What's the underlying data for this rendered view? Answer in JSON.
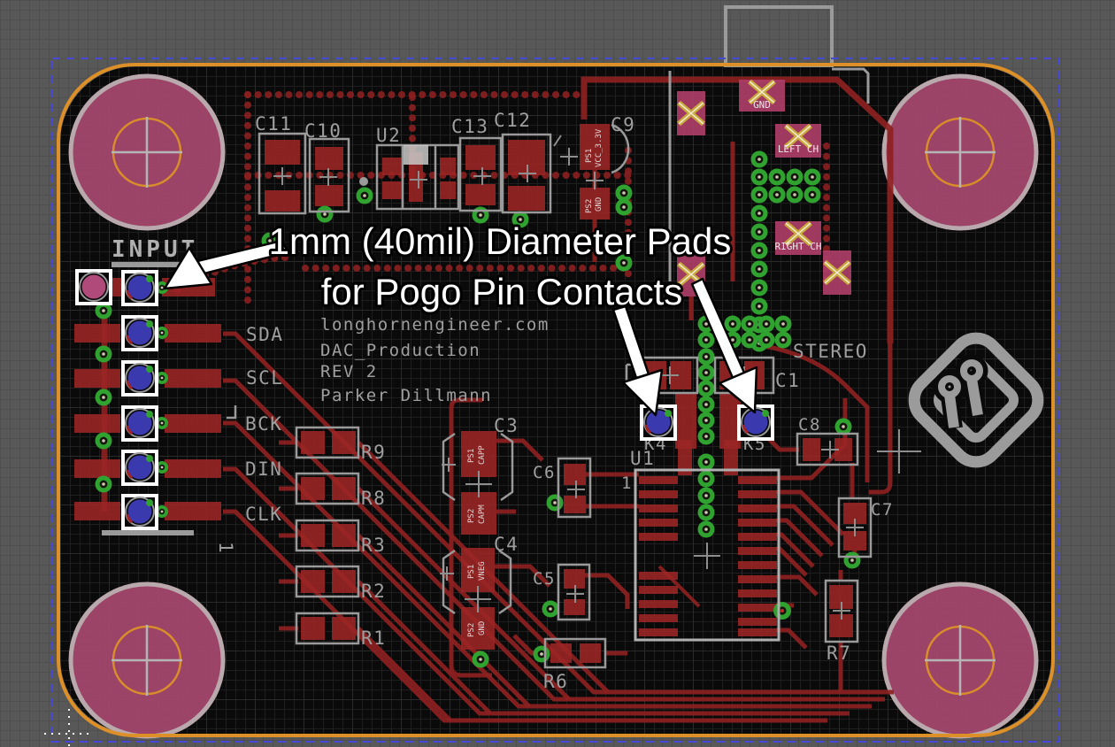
{
  "annotation": {
    "line1": "1mm (40mil) Diameter Pads",
    "line2": "for Pogo Pin Contacts"
  },
  "silkscreen": {
    "input_header": "INPUT",
    "stereo": "STEREO",
    "pin1": "1",
    "signals": {
      "sda": "SDA",
      "scl": "SCL",
      "bck": "BCK",
      "din": "DIN",
      "clk": "CLK"
    },
    "refdes": {
      "c11": "C11",
      "c10": "C10",
      "u2": "U2",
      "c13": "C13",
      "c12": "C12",
      "c9": "C9",
      "c8": "C8",
      "c7": "C7",
      "c6": "C6",
      "c5": "C5",
      "c4": "C4",
      "c3": "C3",
      "c1": "C1",
      "r9": "R9",
      "r8": "R8",
      "r3": "R3",
      "r2": "R2",
      "r1": "R1",
      "r6": "R6",
      "r7": "R7",
      "k4": "K4",
      "k5": "K5",
      "u1": "U1"
    },
    "board_info": [
      "longhornengineer.com",
      "DAC_Production",
      "REV 2",
      "Parker Dillmann"
    ]
  },
  "pad_labels": {
    "ps1": "PS1",
    "ps2": "PS2",
    "vcc": "VCC_3.3V",
    "gnd": "GND",
    "capp": "CAPP",
    "capm": "CAPM",
    "vneg": "VNEG",
    "left_ch": "LEFT CH",
    "right_ch": "RIGHT CH"
  },
  "colors": {
    "board_outline": "#dd8f28",
    "copper": "#9b2524",
    "silkscreen": "#9f9f9f",
    "via_green": "#2fa22f",
    "mount_pad_pink": "#a4476e",
    "pogo_blue": "#3a3aae",
    "jack_pad_pink": "#ad3e68",
    "x_mark_yellow": "#c9a93c",
    "selection_blue": "#4848d6",
    "annotation_white": "#ffffff"
  }
}
